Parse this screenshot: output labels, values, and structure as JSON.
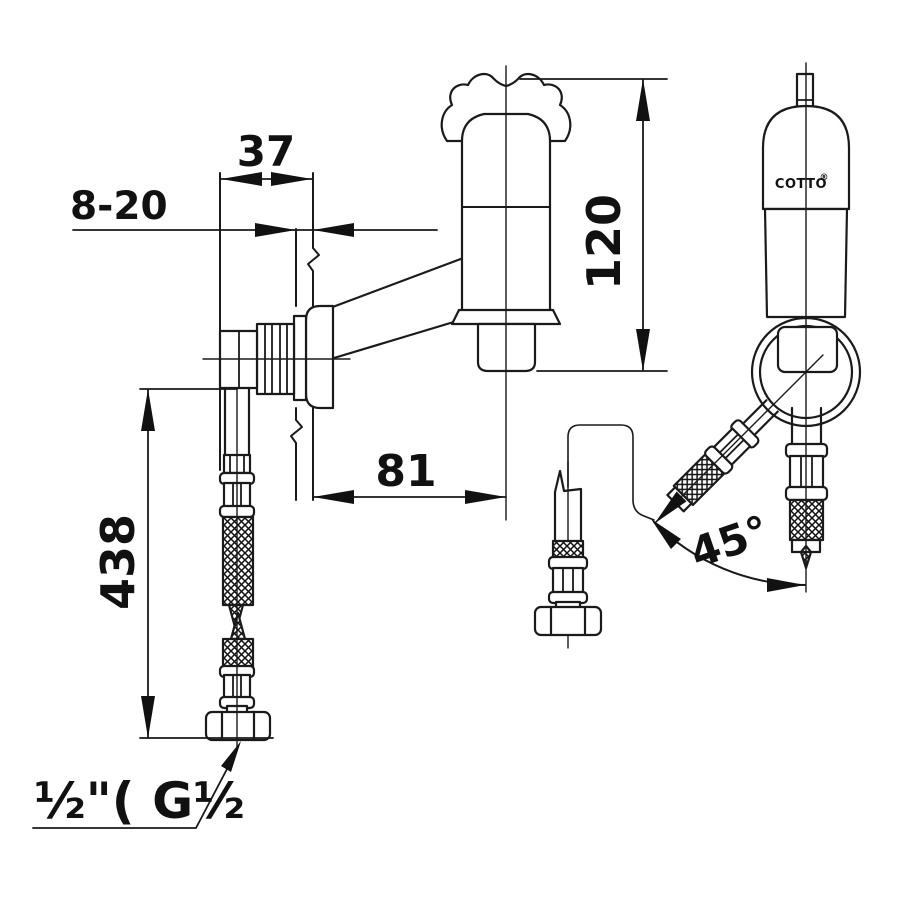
{
  "drawing": {
    "brand": "COTTO",
    "brand_mark": "®",
    "dims": {
      "handle_width": "37",
      "mount_range": "8-20",
      "body_height": "120",
      "spout_reach": "81",
      "hose_length": "438",
      "hose_angle": "45°",
      "thread": "½\"( G½"
    }
  }
}
